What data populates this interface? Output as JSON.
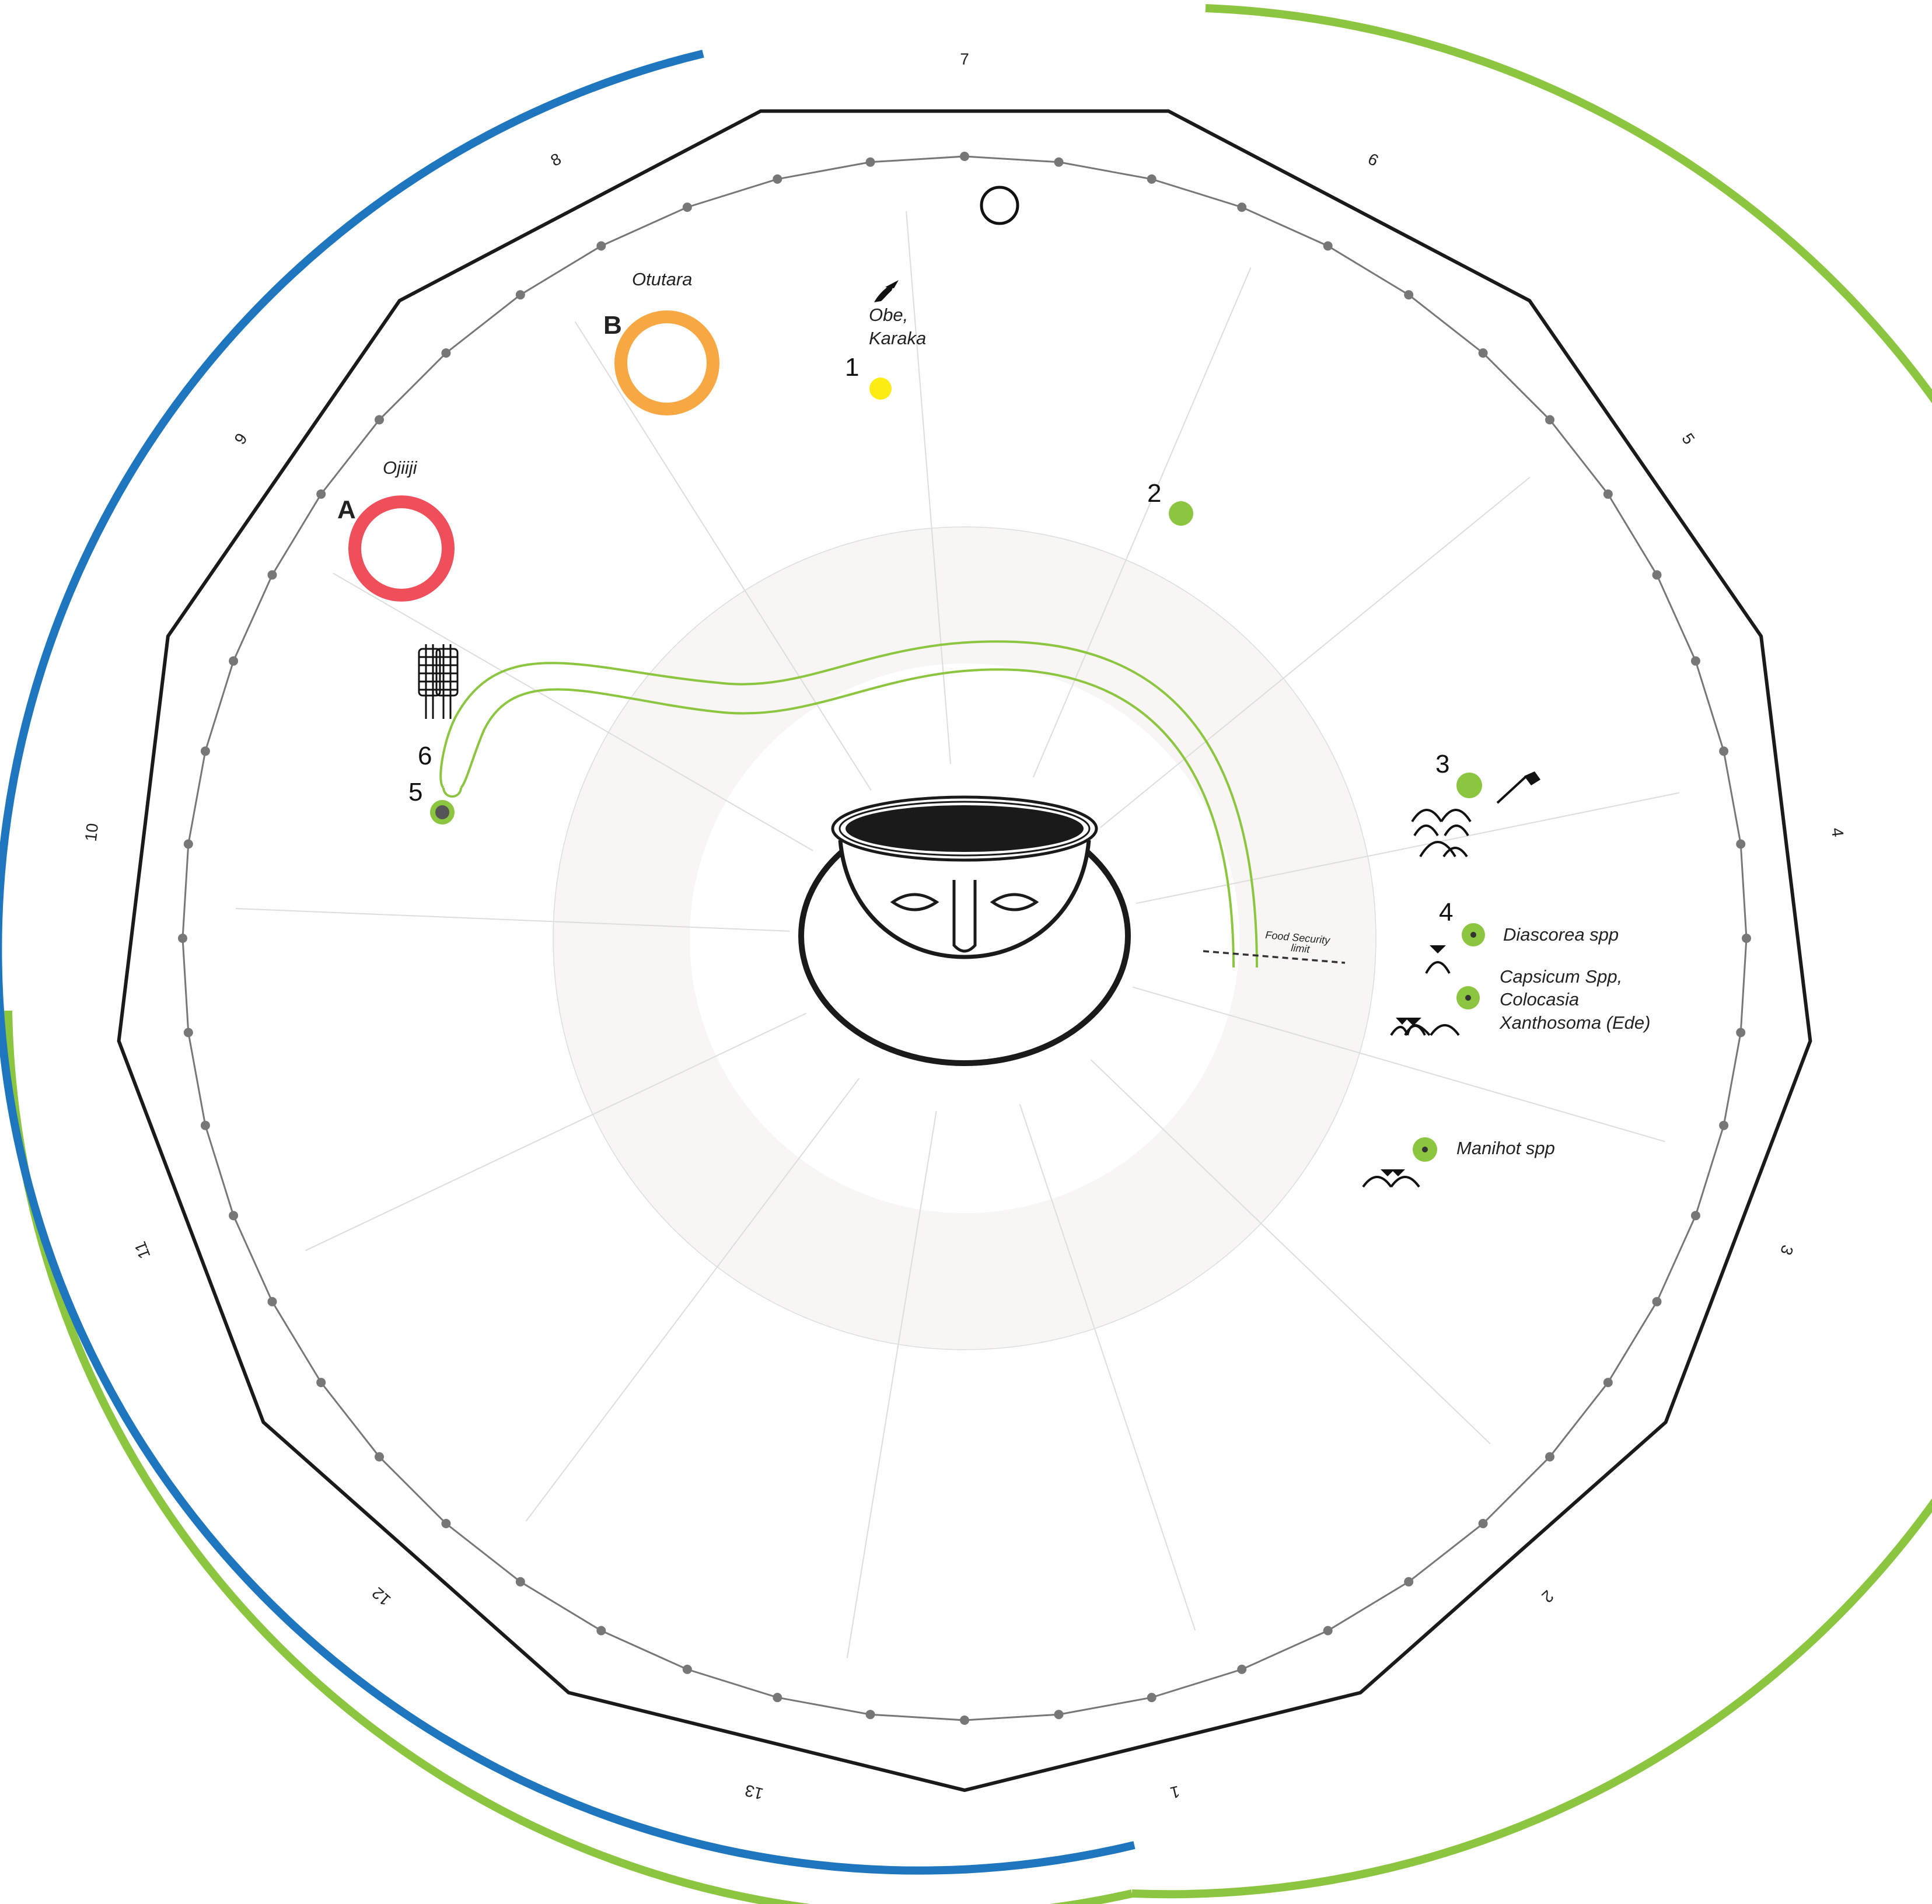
{
  "month_labels": [
    "1",
    "2",
    "3",
    "4",
    "5",
    "6",
    "7",
    "8",
    "9",
    "10",
    "11",
    "12",
    "13"
  ],
  "season_rings": [
    {
      "letter": "A",
      "name": "Ojiiji",
      "color": "#ef4f5a"
    },
    {
      "letter": "B",
      "name": "Otutara",
      "color": "#f7a842"
    }
  ],
  "markers": [
    {
      "number": "1",
      "color": "#fbec14",
      "label_lines": [
        "Obe,",
        "Karaka"
      ]
    },
    {
      "number": "2",
      "color": "#8cc540",
      "label_lines": []
    },
    {
      "number": "3",
      "color": "#8cc540",
      "label_lines": []
    },
    {
      "number": "4",
      "color": "#8cc540",
      "label_lines": [
        "Diascorea  spp"
      ]
    },
    {
      "number": "",
      "color": "#8cc540",
      "label_lines": [
        "Capsicum Spp,",
        "Colocasia",
        "Xanthosoma (Ede)"
      ]
    },
    {
      "number": "",
      "color": "#8cc540",
      "label_lines": [
        "Manihot spp"
      ]
    },
    {
      "number": "5",
      "color": "#8cc540",
      "label_lines": []
    },
    {
      "number": "6",
      "color": "#8cc540",
      "label_lines": []
    }
  ],
  "food_security": {
    "line1": "Food Security",
    "line2": "limit"
  },
  "colors": {
    "outer_polygon": "#1a1a1a",
    "dotted_ring": "#777777",
    "blue_arc": "#1e77be",
    "green_arc": "#8cc540",
    "inner_band": "#f7f6f4",
    "curve": "#8cc540",
    "pot": "#1a1a1a"
  },
  "icons": [
    "bird-icon",
    "hoe-icon",
    "mound-icon",
    "corn-icon",
    "moon-icon",
    "pot-icon"
  ]
}
